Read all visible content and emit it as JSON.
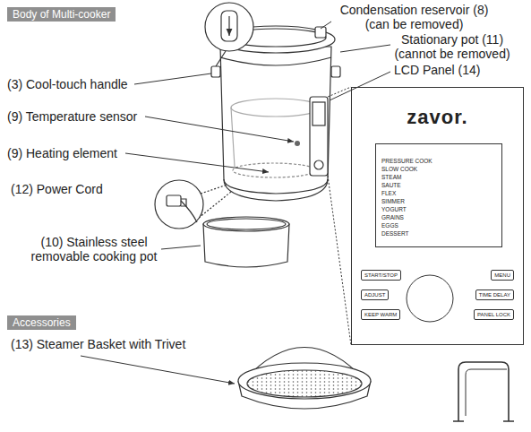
{
  "diagram": {
    "nodes": [
      {
        "text": [
          "Body of Multi-cooker"
        ]
      },
      {
        "text": [
          "Accessories"
        ]
      },
      {
        "text": [
          "zavor."
        ]
      },
      {
        "text": [
          "PRESSURE COOK",
          "SLOW COOK",
          "STEAM",
          "SAUTE",
          "FLEX",
          "SIMMER",
          "YOGURT",
          "GRAINS",
          "EGGS",
          "DESSERT"
        ],
        "in": 2
      },
      {
        "text": [
          "START/STOP"
        ],
        "in": 2
      },
      {
        "text": [
          "MENU"
        ],
        "in": 2
      },
      {
        "text": [
          "ADJUST"
        ],
        "in": 2
      },
      {
        "text": [
          "TIME DELAY"
        ],
        "in": 2
      },
      {
        "text": [
          "KEEP WARM"
        ],
        "in": 2
      },
      {
        "text": [
          "PANEL LOCK"
        ],
        "in": 2
      }
    ],
    "labels": [
      "Condensation reservoir (8) (can be removed)",
      "Stationary pot (11) (cannot be removed)",
      "(3) Cool-touch handle",
      "LCD Panel (14)",
      "(9) Temperature sensor",
      "(9) Heating element",
      "(12) Power Cord",
      "(10) Stainless steel removable cooking pot",
      "(13) Steamer Basket with Trivet"
    ]
  }
}
